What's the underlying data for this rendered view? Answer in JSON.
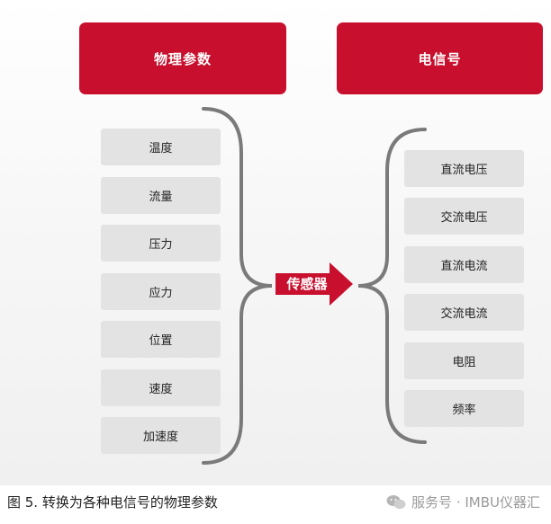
{
  "headers": {
    "physical": "物理参数",
    "electrical": "电信号"
  },
  "physical_params": [
    "温度",
    "流量",
    "压力",
    "应力",
    "位置",
    "速度",
    "加速度"
  ],
  "electrical_signals": [
    "直流电压",
    "交流电压",
    "直流电流",
    "交流电流",
    "电阻",
    "频率"
  ],
  "converter": "传感器",
  "caption": "图 5. 转换为各种电信号的物理参数",
  "watermark": "服务号 · IMBU仪器汇",
  "colors": {
    "accent": "#c8102e",
    "item_bg": "#e3e3e3",
    "brace": "#7a7a7a"
  }
}
